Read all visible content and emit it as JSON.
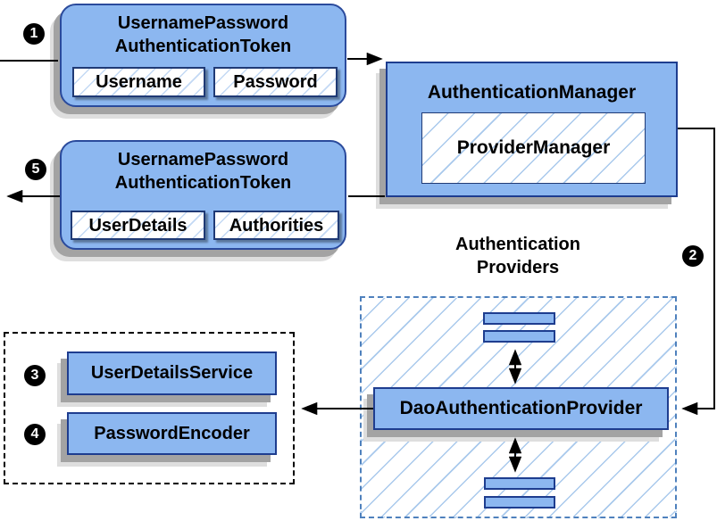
{
  "badges": {
    "step1": "1",
    "step2": "2",
    "step3": "3",
    "step4": "4",
    "step5": "5"
  },
  "request_token": {
    "title_line1": "UsernamePassword",
    "title_line2": "AuthenticationToken",
    "fields": [
      "Username",
      "Password"
    ]
  },
  "authentication_manager": {
    "title": "AuthenticationManager",
    "inner": "ProviderManager"
  },
  "response_token": {
    "title_line1": "UsernamePassword",
    "title_line2": "AuthenticationToken",
    "fields": [
      "UserDetails",
      "Authorities"
    ]
  },
  "authentication_providers": {
    "label_line1": "Authentication",
    "label_line2": "Providers",
    "main_provider": "DaoAuthenticationProvider"
  },
  "collaborators": {
    "user_details_service": "UserDetailsService",
    "password_encoder": "PasswordEncoder"
  },
  "colors": {
    "box_fill": "#8cb7f0",
    "box_border": "#1e3d8f",
    "token_border": "#2a4a9c",
    "hatch_line": "#a9c9ec",
    "container_border": "#4f81bd",
    "collaborators_border": "#000000",
    "arrow": "#000000",
    "badge_bg": "#000000",
    "badge_text": "#ffffff",
    "shadow": "#a3a3a3"
  }
}
